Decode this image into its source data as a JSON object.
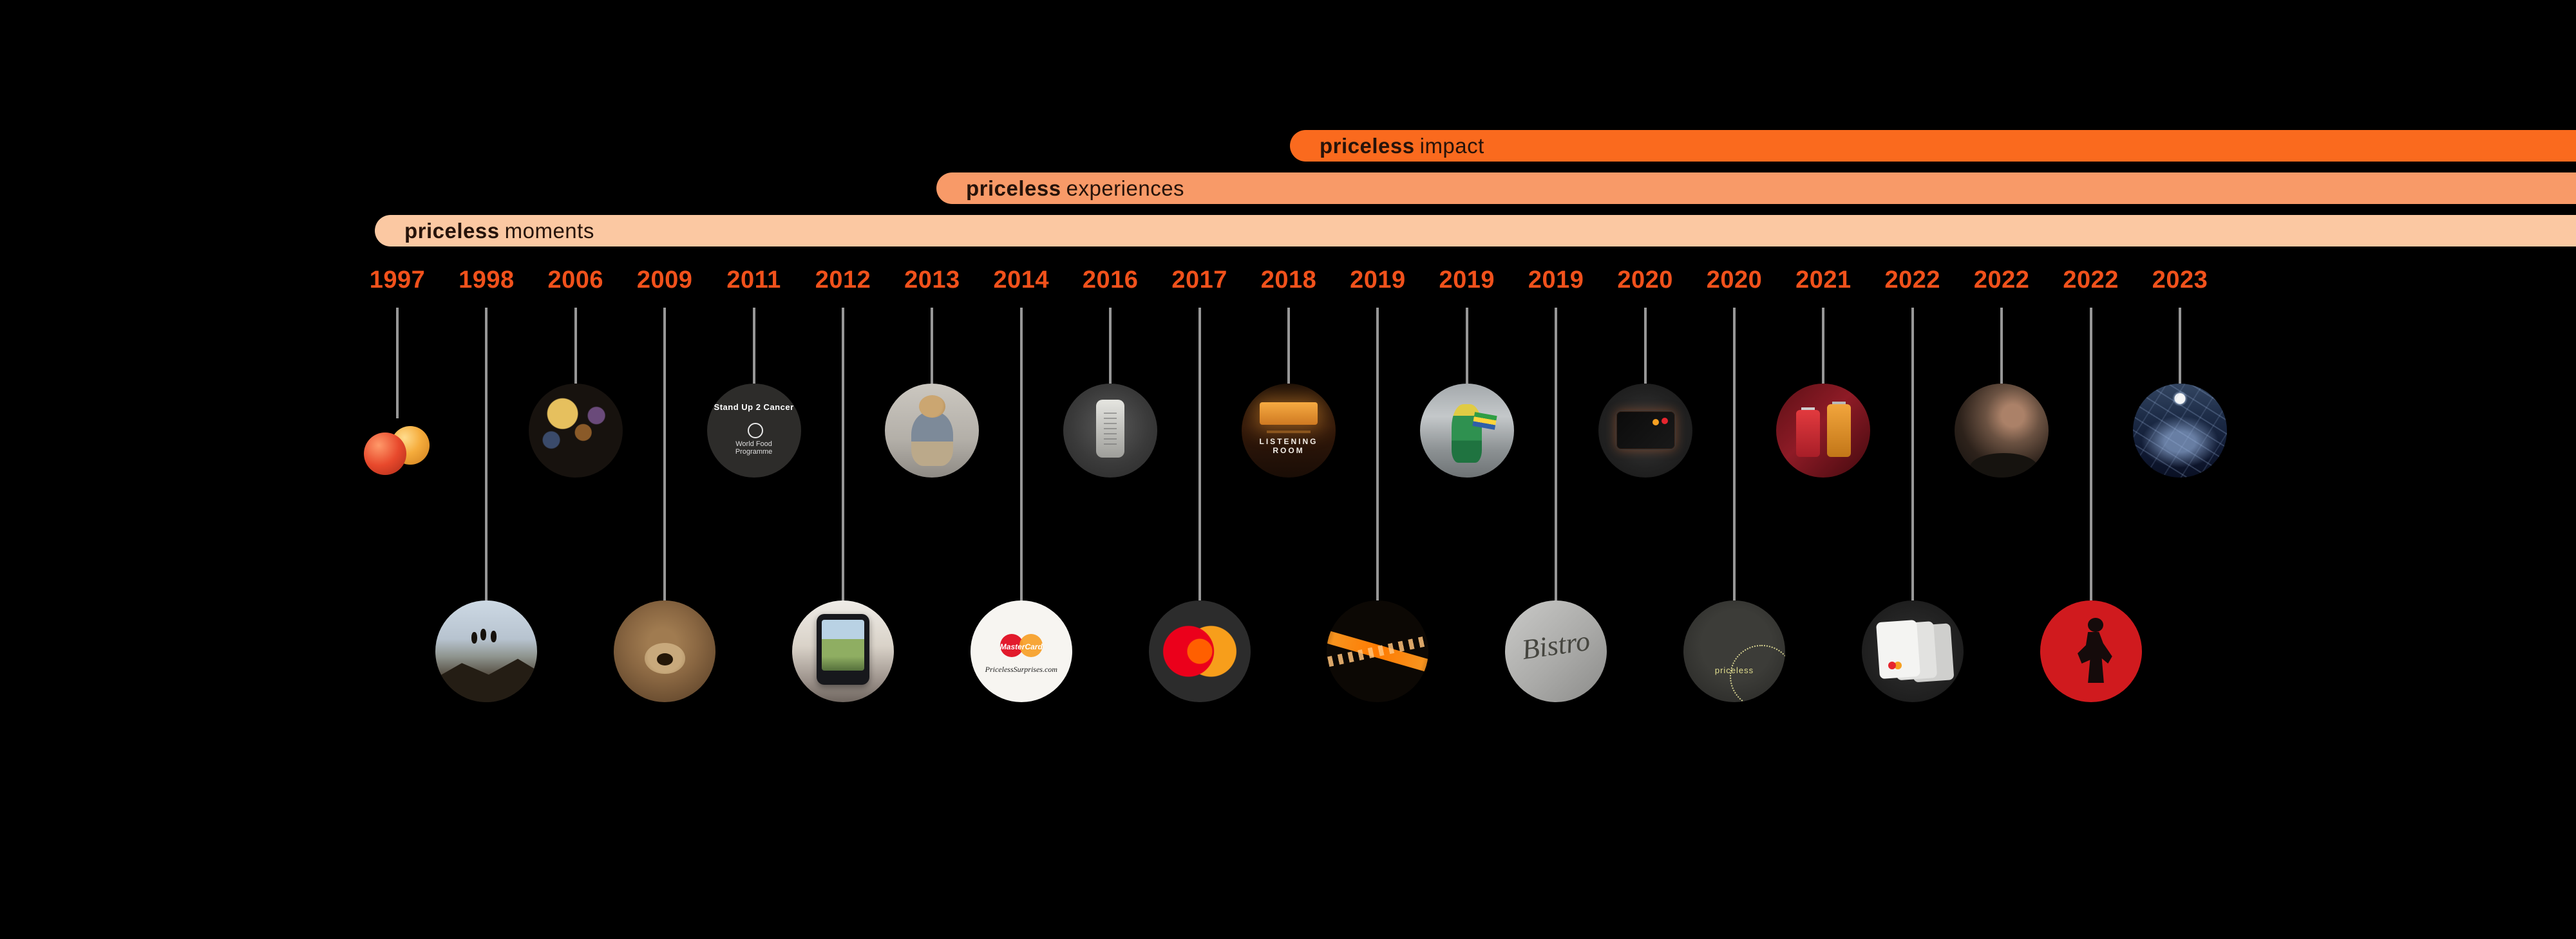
{
  "page": {
    "background": "#000000"
  },
  "bands": [
    {
      "id": "impact",
      "bold": "priceless",
      "rest": "impact",
      "color": "#FA6A1E",
      "text_color": "#26130A"
    },
    {
      "id": "experiences",
      "bold": "priceless",
      "rest": "experiences",
      "color": "#F89A68",
      "text_color": "#26130A"
    },
    {
      "id": "moments",
      "bold": "priceless",
      "rest": "moments",
      "color": "#FBC8A2",
      "text_color": "#26130A"
    }
  ],
  "timeline": {
    "year_color": "#F1511B",
    "line_color": "#979797",
    "items": [
      {
        "year": "1997",
        "row": "top",
        "size": "small",
        "image": "mastercard-balls",
        "desc": "red and yellow spheres"
      },
      {
        "year": "1998",
        "row": "bottom",
        "image": "mountain-summit",
        "desc": "climbers standing on a mountain summit"
      },
      {
        "year": "2006",
        "row": "top",
        "image": "balloons",
        "desc": "balloons against a dark background"
      },
      {
        "year": "2009",
        "row": "bottom",
        "image": "brown-bear",
        "desc": "brown bear close-up"
      },
      {
        "year": "2011",
        "row": "top",
        "image": "charity-logos",
        "desc": "charity partnership logos",
        "captions": [
          "Stand Up 2 Cancer",
          "World Food Programme"
        ]
      },
      {
        "year": "2012",
        "row": "bottom",
        "image": "phone-photo",
        "desc": "hand holding a smartphone showing a landscape"
      },
      {
        "year": "2013",
        "row": "top",
        "image": "dog-mascot",
        "desc": "dressed dog mascot"
      },
      {
        "year": "2014",
        "row": "bottom",
        "image": "priceless-surprises",
        "desc": "MasterCard Priceless Surprises logo",
        "captions": [
          "MasterCard",
          "PricelessSurprises.com"
        ]
      },
      {
        "year": "2016",
        "row": "top",
        "image": "frosted-trophy",
        "desc": "frosted glass trophy on dark background"
      },
      {
        "year": "2017",
        "row": "bottom",
        "image": "mastercard-logo",
        "desc": "Mastercard interlocking circles logo"
      },
      {
        "year": "2018",
        "row": "top",
        "image": "listening-room",
        "desc": "lit marquee sign above entrance",
        "captions": [
          "LISTENING ROOM"
        ]
      },
      {
        "year": "2019",
        "row": "bottom",
        "image": "dna-helix",
        "desc": "orange DNA helix"
      },
      {
        "year": "2019",
        "row": "top",
        "image": "carnival-flag",
        "desc": "performer with Brazilian flag"
      },
      {
        "year": "2019",
        "row": "bottom",
        "image": "bistro-sign",
        "desc": "bistro script signage",
        "captions": [
          "Bistro"
        ]
      },
      {
        "year": "2020",
        "row": "top",
        "image": "black-card",
        "desc": "black payment card with orange glow"
      },
      {
        "year": "2020",
        "row": "bottom",
        "image": "priceless-badge",
        "desc": "priceless dotted badge logo",
        "captions": [
          "priceless"
        ]
      },
      {
        "year": "2021",
        "row": "top",
        "image": "fragrance-bottles",
        "desc": "red and amber fragrance bottles"
      },
      {
        "year": "2022",
        "row": "bottom",
        "image": "white-cards",
        "desc": "fanned stack of white cards"
      },
      {
        "year": "2022",
        "row": "top",
        "image": "portrait",
        "desc": "dark portrait of a man"
      },
      {
        "year": "2022",
        "row": "bottom",
        "image": "performer-silhouette",
        "desc": "black performer silhouette on red"
      },
      {
        "year": "2023",
        "row": "top",
        "image": "city-skyline",
        "desc": "night city skyline from above"
      }
    ]
  }
}
